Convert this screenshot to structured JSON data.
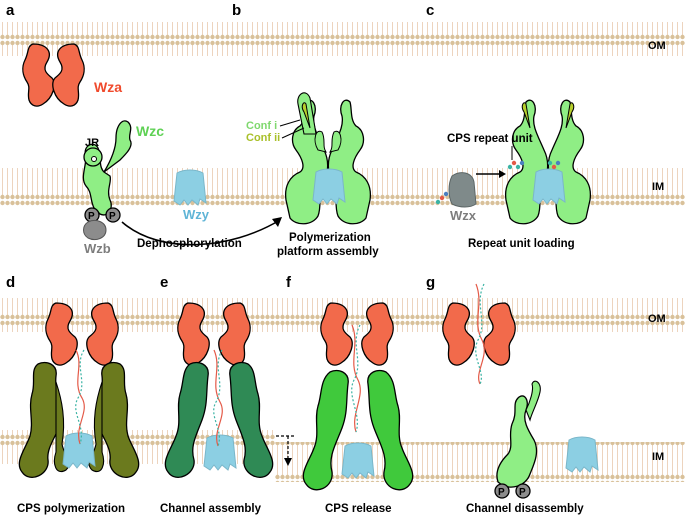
{
  "panels": {
    "a": {
      "letter": "a"
    },
    "b": {
      "letter": "b",
      "caption_line1": "Polymerization",
      "caption_line2": "platform assembly"
    },
    "c": {
      "letter": "c",
      "caption": "Repeat unit loading"
    },
    "d": {
      "letter": "d",
      "caption": "CPS polymerization"
    },
    "e": {
      "letter": "e",
      "caption": "Channel assembly"
    },
    "f": {
      "letter": "f",
      "caption": "CPS release"
    },
    "g": {
      "letter": "g",
      "caption": "Channel disassembly"
    }
  },
  "labels": {
    "om_top": "OM",
    "im_top": "IM",
    "om_bottom": "OM",
    "im_bottom": "IM",
    "wza": "Wza",
    "wzc": "Wzc",
    "wzy": "Wzy",
    "wzb": "Wzb",
    "wzx": "Wzx",
    "jr": "JR",
    "conf_i": "Conf i",
    "conf_ii": "Conf ii",
    "cps_repeat_unit": "CPS repeat unit",
    "dephosphorylation": "Dephosphorylation",
    "phospho": "P"
  },
  "colors": {
    "membrane": "#efc8a6",
    "lipid_head": "#d9c19a",
    "wza": "#f26a4b",
    "wzc": "#8fee85",
    "wzy": "#8ccfe3",
    "wzb": "#8c8c8c",
    "wzx": "#7f8a8a",
    "conf_ii": "#b7cf2d",
    "wzc_polymerization": "#6b7a1e",
    "wzc_channel": "#2f8a55",
    "wzc_release": "#40c93c",
    "wza_label": "#f04a2c",
    "wzc_label": "#5fd155",
    "wzy_label": "#5fb4d6",
    "wzb_label": "#7d7d7d",
    "conf_i_label": "#7fd86e",
    "conf_ii_label": "#a9c02a"
  }
}
